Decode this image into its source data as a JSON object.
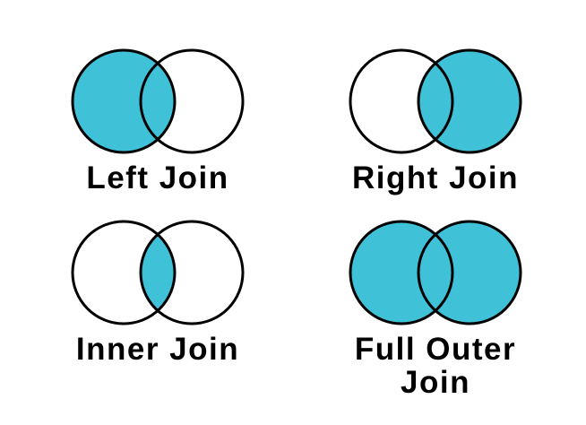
{
  "figure": {
    "background": "#ffffff",
    "circle_fill": "#3fc1d8",
    "circle_stroke": "#000000",
    "label_color": "#000000"
  },
  "diagrams": [
    {
      "name": "Left Join",
      "label_lines": [
        "Left Join"
      ],
      "shaded_region": "left circle including overlap"
    },
    {
      "name": "Right Join",
      "label_lines": [
        "Right Join"
      ],
      "shaded_region": "right circle including overlap"
    },
    {
      "name": "Inner Join",
      "label_lines": [
        "Inner Join"
      ],
      "shaded_region": "overlap only"
    },
    {
      "name": "Full Outer Join",
      "label_lines": [
        "Full Outer",
        "Join"
      ],
      "shaded_region": "both circles including overlap"
    }
  ]
}
